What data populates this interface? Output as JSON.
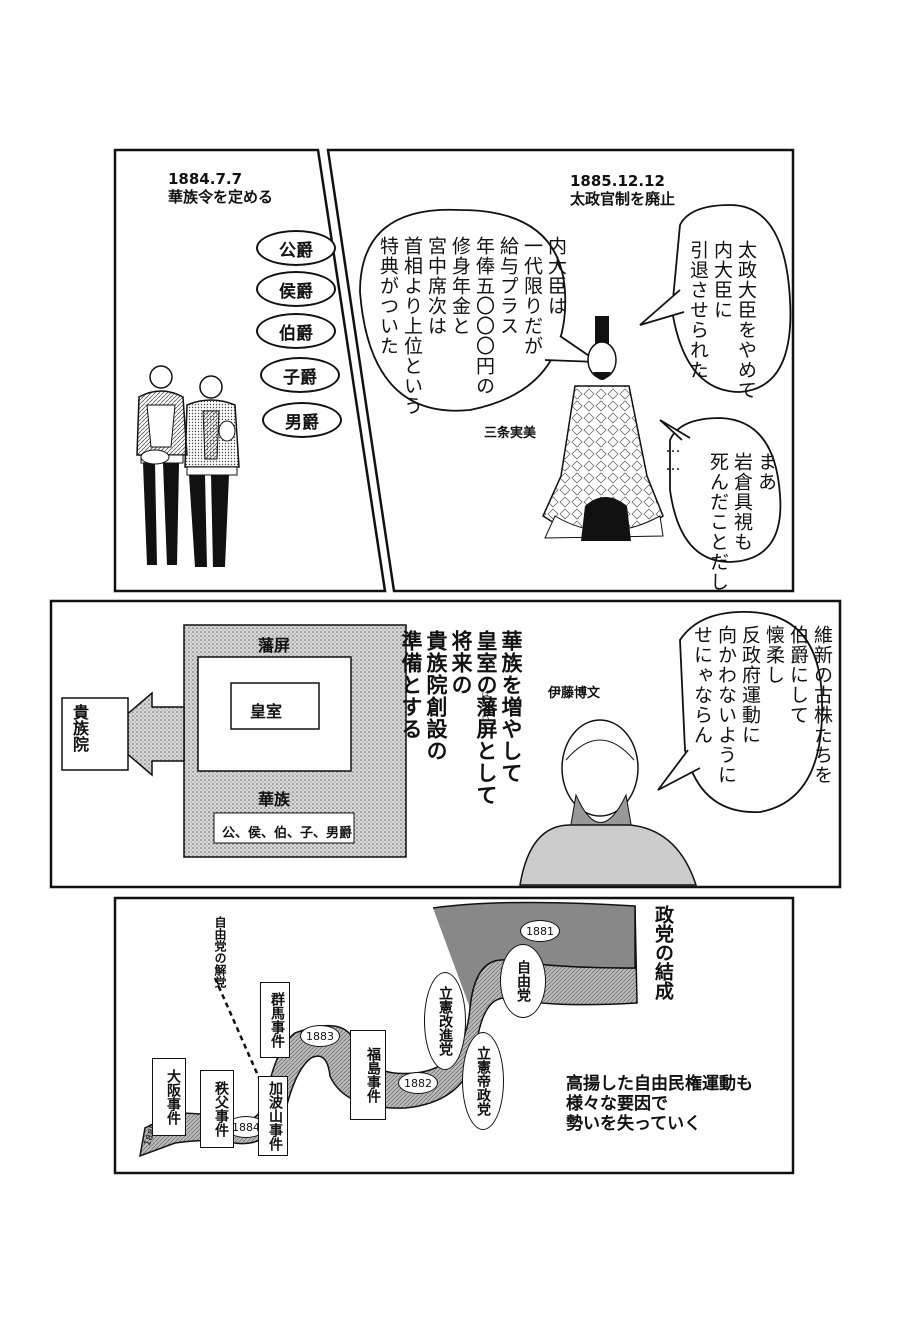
{
  "panel1": {
    "date": "1884.7.7",
    "caption": "華族令を定める",
    "ranks": [
      "公爵",
      "侯爵",
      "伯爵",
      "子爵",
      "男爵"
    ]
  },
  "panel2": {
    "date": "1885.12.12",
    "caption": "太政官制を廃止",
    "narration": "内大臣は\n一代限りだが\n給与プラス\n年俸五〇〇〇円の\n修身年金と\n宮中席次は\n首相より上位という\n特典がついた",
    "speech1": "太政大臣をやめて\n内大臣に\n引退させられた",
    "speech2": "まあ\n岩倉具視も\n死んだことだし",
    "ellipsis": "……",
    "name": "三条実美"
  },
  "panel3": {
    "diagram": {
      "outer_label": "藩屏",
      "inner_label": "皇室",
      "nobility_label": "華族",
      "ranks_label": "公、侯、伯、子、男爵",
      "house_label": "貴族院"
    },
    "narration": "華族を増やして\n皇室の藩屏として\n将来の\n貴族院創設の\n準備とする",
    "ruby": "はんぺい",
    "name": "伊藤博文",
    "speech": "維新の古株たちを\n伯爵にして\n懐柔し\n反政府運動に\n向かわないように\nせにゃならん"
  },
  "panel4": {
    "title": "政党の結成",
    "narration": "高揚した自由民権運動も\n様々な要因で\n勢いを失っていく",
    "years": [
      "1881",
      "1882",
      "1883",
      "1884",
      "1885"
    ],
    "parties": [
      "自由党",
      "立憲改進党",
      "立憲帝政党"
    ],
    "events": [
      "福島事件",
      "群馬事件",
      "加波山事件",
      "秩父事件",
      "大阪事件"
    ],
    "dissolution": "自由党の解党"
  }
}
